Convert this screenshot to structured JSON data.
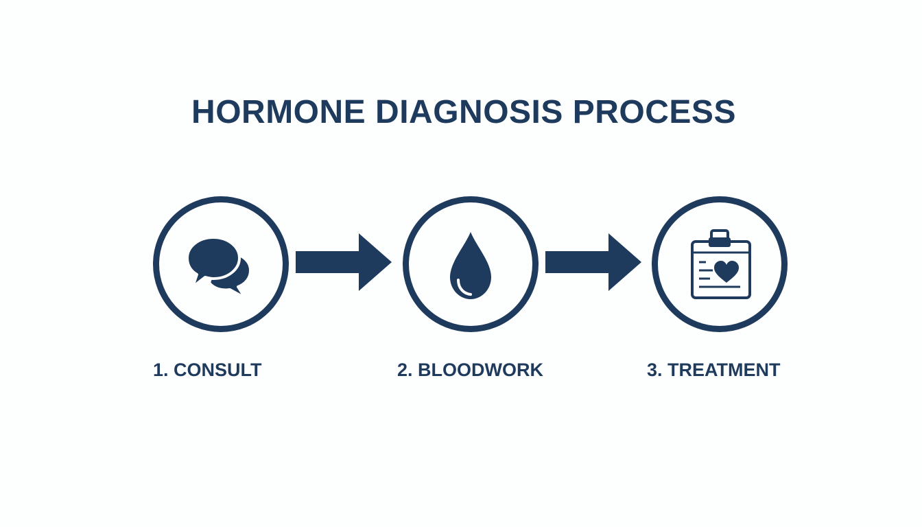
{
  "title": "HORMONE DIAGNOSIS PROCESS",
  "steps": [
    {
      "label": "1. CONSULT",
      "icon": "speech-bubbles-icon"
    },
    {
      "label": "2. BLOODWORK",
      "icon": "blood-drop-icon"
    },
    {
      "label": "3. TREATMENT",
      "icon": "clipboard-heart-icon"
    }
  ],
  "colors": {
    "primary": "#1e3a5c",
    "background": "#fdfefe"
  }
}
